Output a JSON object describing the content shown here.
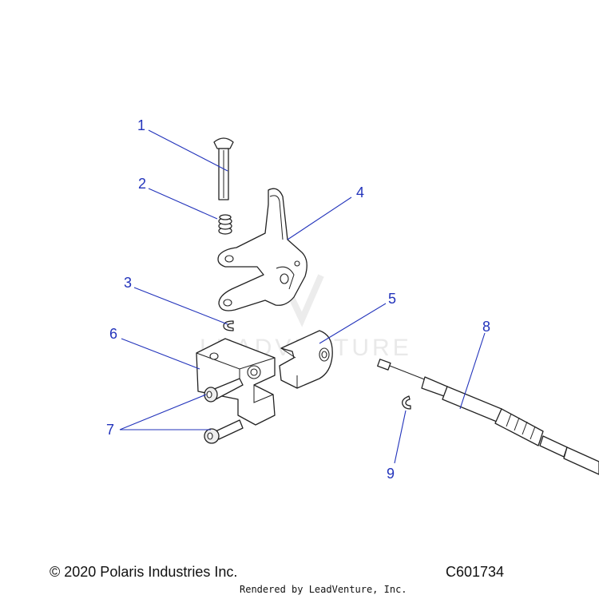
{
  "callouts": [
    {
      "id": "1",
      "label": "1"
    },
    {
      "id": "2",
      "label": "2"
    },
    {
      "id": "3",
      "label": "3"
    },
    {
      "id": "4",
      "label": "4"
    },
    {
      "id": "5",
      "label": "5"
    },
    {
      "id": "6",
      "label": "6"
    },
    {
      "id": "7",
      "label": "7"
    },
    {
      "id": "8",
      "label": "8"
    },
    {
      "id": "9",
      "label": "9"
    }
  ],
  "watermark": "LEADVENTURE",
  "footer": {
    "copyright": "© 2020 Polaris Industries Inc.",
    "diagram_code": "C601734",
    "rendered_by": "Rendered by LeadVenture, Inc."
  },
  "colors": {
    "callout": "#2233bb",
    "line_art": "#222222"
  }
}
